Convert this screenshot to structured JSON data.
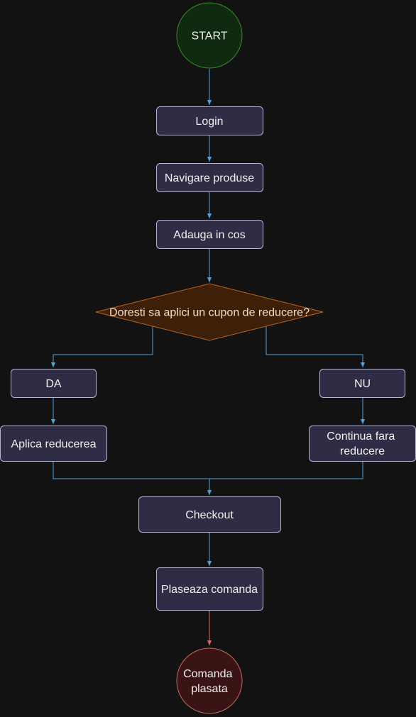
{
  "colors": {
    "background": "#121212",
    "process_fill": "#2f2d45",
    "process_stroke": "#b8b6cf",
    "start_fill": "#0f2a10",
    "start_stroke": "#3b8a2e",
    "decision_fill": "#3d2007",
    "decision_stroke": "#b8651c",
    "end_fill": "#3a1414",
    "end_stroke": "#c66a60",
    "edge": "#4ea3d8",
    "edge_final": "#e06a5e",
    "text": "#f0f0f0",
    "decision_text": "#f3dfc4"
  },
  "nodes": {
    "start": {
      "label": "START"
    },
    "login": {
      "label": "Login"
    },
    "browse": {
      "label": "Navigare produse"
    },
    "add_to_cart": {
      "label": "Adauga in cos"
    },
    "coupon_question": {
      "label": "Doresti sa aplici un cupon de reducere?"
    },
    "yes": {
      "label": "DA"
    },
    "no": {
      "label": "NU"
    },
    "apply_discount": {
      "label": "Aplica reducerea"
    },
    "continue_no_discount": {
      "lines": [
        "Continua fara",
        "reducere"
      ]
    },
    "checkout": {
      "label": "Checkout"
    },
    "place_order": {
      "label": "Plaseaza comanda"
    },
    "order_placed": {
      "lines": [
        "Comanda",
        "plasata"
      ]
    }
  }
}
